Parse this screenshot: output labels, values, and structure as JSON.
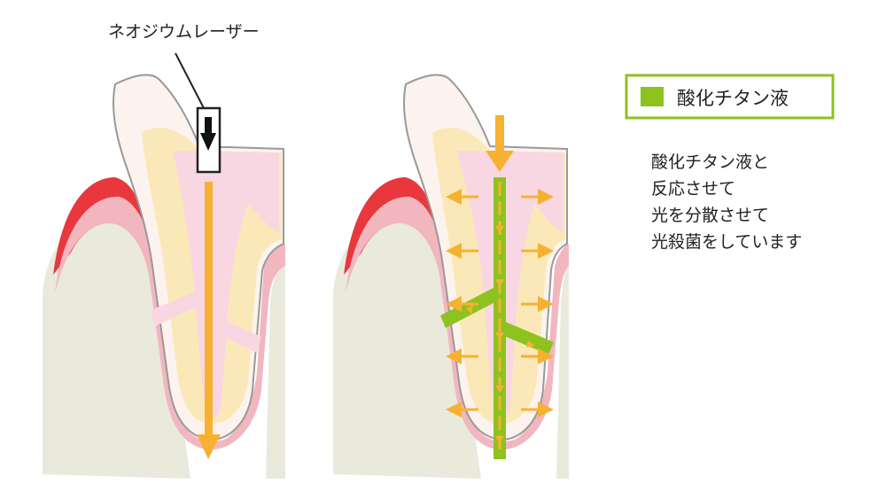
{
  "laser": {
    "label": "ネオジウムレーザー"
  },
  "legend": {
    "label": "酸化チタン液",
    "swatch_color": "#8dc21f",
    "border_color": "#8dc21f"
  },
  "description": {
    "lines": [
      "酸化チタン液と",
      "反応させて",
      "光を分散させて",
      "光殺菌をしています"
    ]
  },
  "colors": {
    "gum_red": "#e8383d",
    "gum_pink": "#f2b6bf",
    "bone": "#e9eadc",
    "enamel": "#fdf3ee",
    "dentin": "#fbe8b8",
    "pulp": "#f8d7e2",
    "laser_arrow": "#f6b132",
    "outline": "#999999"
  },
  "icons": {
    "laser_probe": "downward-arrow-probe-icon"
  }
}
